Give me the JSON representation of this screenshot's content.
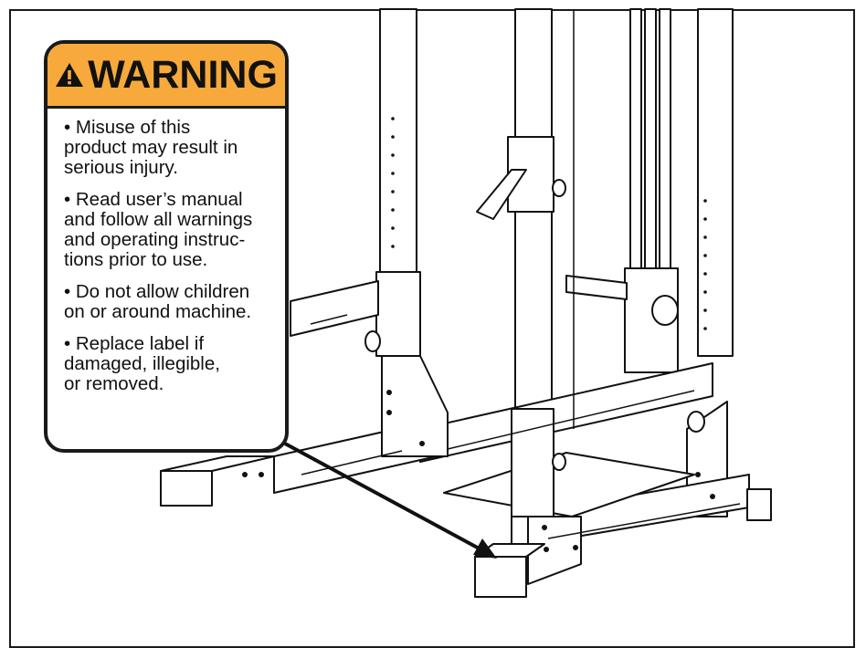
{
  "warning_label": {
    "title": "WARNING",
    "icon": "warning-triangle-icon",
    "header_color": "#f7a93b",
    "items": [
      "• Misuse of this\nproduct may result in\nserious injury.",
      "• Read user’s manual\nand follow all warnings\nand operating instruc-\ntions prior to use.",
      "• Do not allow children\non or around machine.",
      "• Replace label if\ndamaged, illegible,\nor removed."
    ]
  }
}
